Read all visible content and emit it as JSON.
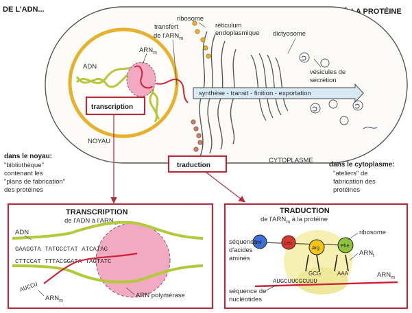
{
  "header": {
    "left_title": "DE L'ADN...",
    "right_title": "...À LA PROTÉINE"
  },
  "cell": {
    "ribosome": "ribosome",
    "reticulum_1": "réticulum",
    "reticulum_2": "endoplasmique",
    "transfer_1": "transfert",
    "transfer_2": "de l'ARN",
    "transfer_sub": "m",
    "dictyosome": "dictyosome",
    "arn_m": "ARN",
    "arn_m_sub": "m",
    "adn": "ADN",
    "vesicles_1": "vésicules de",
    "vesicles_2": "sécrétion",
    "pipeline": "synthèse - transit - finition - exportation",
    "transcription_box": "transcription",
    "noyau": "NOYAU",
    "traduction_box": "traduction",
    "cytoplasme": "CYTOPLASME"
  },
  "nucleus_note": {
    "title": "dans le noyau:",
    "lines": [
      "\"bibliothèque\"",
      "contenant les",
      "\"plans de fabrication\"",
      "des protéines"
    ]
  },
  "cytoplasm_note": {
    "title": "dans le cytoplasme:",
    "lines": [
      "\"ateliers\" de",
      "fabrication des",
      "protéines"
    ]
  },
  "transcription_panel": {
    "title": "TRANSCRIPTION",
    "subtitle": "de l'ADN à l'ARN",
    "subtitle_sub": "m",
    "adn": "ADN",
    "top_strand": "GAAGGTA TATGCCTAT ATCATAG",
    "bottom_strand": "CTTCCAT TTTACGGATA TAGTATC",
    "rna_strand": "AUCCU",
    "arn_m": "ARN",
    "arn_m_sub": "m",
    "polymerase": "ARN polymérase"
  },
  "traduction_panel": {
    "title": "TRADUCTION",
    "subtitle": "de l'ARN",
    "subtitle_sub": "m",
    "subtitle_end": "à la protéine",
    "ribosome": "ribosome",
    "seq_aa_1": "séquence",
    "seq_aa_2": "d'acides",
    "seq_aa_3": "aminés",
    "amino_acids": [
      {
        "name": "Val",
        "color": "#3d6fd8"
      },
      {
        "name": "Leu",
        "color": "#d9372e"
      },
      {
        "name": "Arg",
        "color": "#f0c419"
      },
      {
        "name": "Phe",
        "color": "#8fc23b"
      }
    ],
    "arn_t": "ARN",
    "arn_t_sub": "t",
    "anticodon_1": "GCG",
    "anticodon_2": "AAA",
    "mrna_seq": "AUGCUUCGCUUU",
    "arn_m": "ARN",
    "arn_m_sub": "m",
    "seq_nuc_1": "séquence de",
    "seq_nuc_2": "nucléotides"
  },
  "colors": {
    "nucleus": "#e6b22e",
    "box_red": "#b32c3c",
    "helix": "#b3c93a",
    "rna": "#d0203a",
    "pink": "#f2a9c2",
    "pipeline": "#d7eaf4",
    "ribosome_body": "#f6f0b2"
  }
}
